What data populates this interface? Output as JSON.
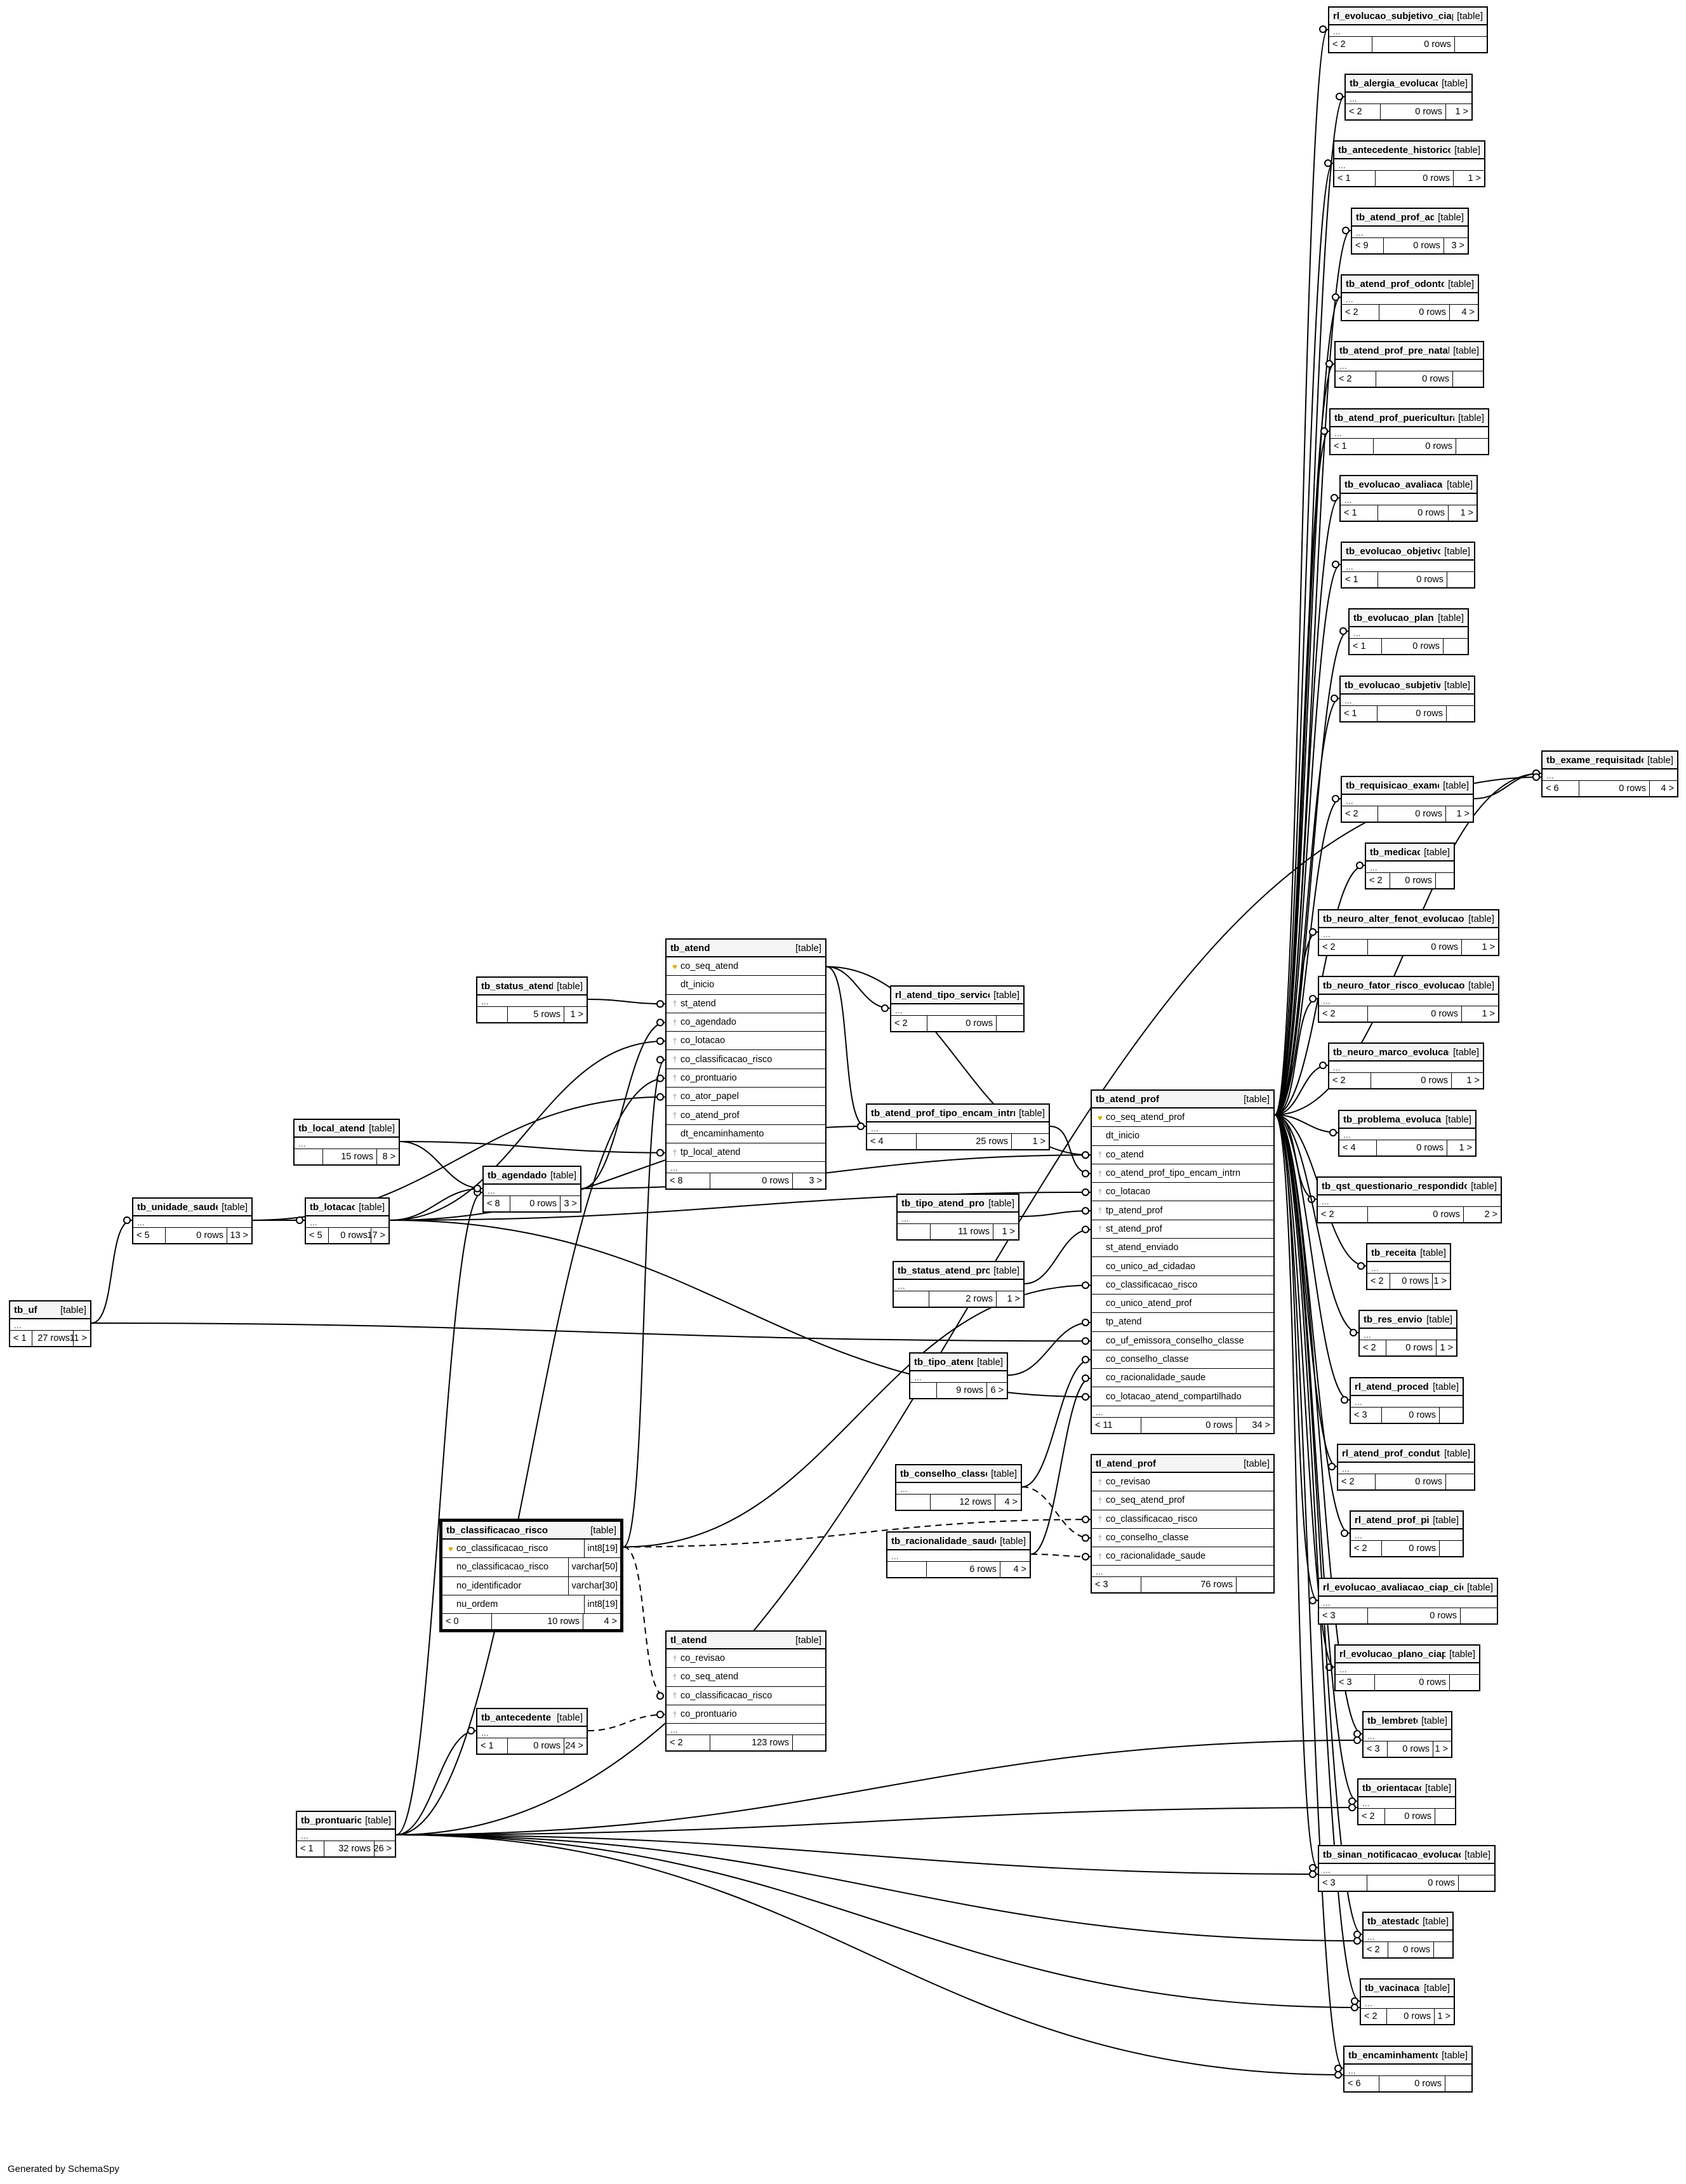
{
  "generated_by": "Generated by SchemaSpy",
  "table_tag": "[table]",
  "tables": [
    {
      "id": "rl_evolucao_subjetivo_ciap",
      "name": "rl_evolucao_subjetivo_ciap",
      "ellipsis": "...",
      "parents": "< 2",
      "rows": "0 rows",
      "children": ""
    },
    {
      "id": "tb_alergia_evolucao",
      "name": "tb_alergia_evolucao",
      "ellipsis": "...",
      "parents": "< 2",
      "rows": "0 rows",
      "children": "1 >"
    },
    {
      "id": "tb_antecedente_historico",
      "name": "tb_antecedente_historico",
      "ellipsis": "...",
      "parents": "< 1",
      "rows": "0 rows",
      "children": "1 >"
    },
    {
      "id": "tb_atend_prof_ad",
      "name": "tb_atend_prof_ad",
      "ellipsis": "...",
      "parents": "< 9",
      "rows": "0 rows",
      "children": "3 >"
    },
    {
      "id": "tb_atend_prof_odonto",
      "name": "tb_atend_prof_odonto",
      "ellipsis": "...",
      "parents": "< 2",
      "rows": "0 rows",
      "children": "4 >"
    },
    {
      "id": "tb_atend_prof_pre_natal",
      "name": "tb_atend_prof_pre_natal",
      "ellipsis": "...",
      "parents": "< 2",
      "rows": "0 rows",
      "children": ""
    },
    {
      "id": "tb_atend_prof_puericultura",
      "name": "tb_atend_prof_puericultura",
      "ellipsis": "...",
      "parents": "< 1",
      "rows": "0 rows",
      "children": ""
    },
    {
      "id": "tb_evolucao_avaliacao",
      "name": "tb_evolucao_avaliacao",
      "ellipsis": "...",
      "parents": "< 1",
      "rows": "0 rows",
      "children": "1 >"
    },
    {
      "id": "tb_evolucao_objetivo",
      "name": "tb_evolucao_objetivo",
      "ellipsis": "...",
      "parents": "< 1",
      "rows": "0 rows",
      "children": ""
    },
    {
      "id": "tb_evolucao_plano",
      "name": "tb_evolucao_plano",
      "ellipsis": "...",
      "parents": "< 1",
      "rows": "0 rows",
      "children": ""
    },
    {
      "id": "tb_evolucao_subjetivo",
      "name": "tb_evolucao_subjetivo",
      "ellipsis": "...",
      "parents": "< 1",
      "rows": "0 rows",
      "children": ""
    },
    {
      "id": "tb_exame_requisitado",
      "name": "tb_exame_requisitado",
      "ellipsis": "...",
      "parents": "< 6",
      "rows": "0 rows",
      "children": "4 >"
    },
    {
      "id": "tb_requisicao_exame",
      "name": "tb_requisicao_exame",
      "ellipsis": "...",
      "parents": "< 2",
      "rows": "0 rows",
      "children": "1 >"
    },
    {
      "id": "tb_medicao",
      "name": "tb_medicao",
      "ellipsis": "...",
      "parents": "< 2",
      "rows": "0 rows",
      "children": ""
    },
    {
      "id": "tb_neuro_alter_fenot_evolucao",
      "name": "tb_neuro_alter_fenot_evolucao",
      "ellipsis": "...",
      "parents": "< 2",
      "rows": "0 rows",
      "children": "1 >"
    },
    {
      "id": "tb_neuro_fator_risco_evolucao",
      "name": "tb_neuro_fator_risco_evolucao",
      "ellipsis": "...",
      "parents": "< 2",
      "rows": "0 rows",
      "children": "1 >"
    },
    {
      "id": "tb_neuro_marco_evolucao",
      "name": "tb_neuro_marco_evolucao",
      "ellipsis": "...",
      "parents": "< 2",
      "rows": "0 rows",
      "children": "1 >"
    },
    {
      "id": "tb_problema_evolucao",
      "name": "tb_problema_evolucao",
      "ellipsis": "...",
      "parents": "< 4",
      "rows": "0 rows",
      "children": "1 >"
    },
    {
      "id": "tb_qst_questionario_respondido",
      "name": "tb_qst_questionario_respondido",
      "ellipsis": "...",
      "parents": "< 2",
      "rows": "0 rows",
      "children": "2 >"
    },
    {
      "id": "tb_receita",
      "name": "tb_receita",
      "ellipsis": "...",
      "parents": "< 2",
      "rows": "0 rows",
      "children": "1 >"
    },
    {
      "id": "tb_res_envio",
      "name": "tb_res_envio",
      "ellipsis": "...",
      "parents": "< 2",
      "rows": "0 rows",
      "children": "1 >"
    },
    {
      "id": "rl_atend_proced",
      "name": "rl_atend_proced",
      "ellipsis": "...",
      "parents": "< 3",
      "rows": "0 rows",
      "children": ""
    },
    {
      "id": "rl_atend_prof_conduta",
      "name": "rl_atend_prof_conduta",
      "ellipsis": "...",
      "parents": "< 2",
      "rows": "0 rows",
      "children": ""
    },
    {
      "id": "rl_atend_prof_pic",
      "name": "rl_atend_prof_pic",
      "ellipsis": "...",
      "parents": "< 2",
      "rows": "0 rows",
      "children": ""
    },
    {
      "id": "rl_evolucao_avaliacao_ciap_cid",
      "name": "rl_evolucao_avaliacao_ciap_cid",
      "ellipsis": "...",
      "parents": "< 3",
      "rows": "0 rows",
      "children": ""
    },
    {
      "id": "rl_evolucao_plano_ciap",
      "name": "rl_evolucao_plano_ciap",
      "ellipsis": "...",
      "parents": "< 3",
      "rows": "0 rows",
      "children": ""
    },
    {
      "id": "tb_lembrete",
      "name": "tb_lembrete",
      "ellipsis": "...",
      "parents": "< 3",
      "rows": "0 rows",
      "children": "1 >"
    },
    {
      "id": "tb_orientacao",
      "name": "tb_orientacao",
      "ellipsis": "...",
      "parents": "< 2",
      "rows": "0 rows",
      "children": ""
    },
    {
      "id": "tb_sinan_notificacao_evolucao",
      "name": "tb_sinan_notificacao_evolucao",
      "ellipsis": "...",
      "parents": "< 3",
      "rows": "0 rows",
      "children": ""
    },
    {
      "id": "tb_atestado",
      "name": "tb_atestado",
      "ellipsis": "...",
      "parents": "< 2",
      "rows": "0 rows",
      "children": ""
    },
    {
      "id": "tb_vacinacao",
      "name": "tb_vacinacao",
      "ellipsis": "...",
      "parents": "< 2",
      "rows": "0 rows",
      "children": "1 >"
    },
    {
      "id": "tb_encaminhamento",
      "name": "tb_encaminhamento",
      "ellipsis": "...",
      "parents": "< 6",
      "rows": "0 rows",
      "children": ""
    },
    {
      "id": "tb_atend",
      "name": "tb_atend",
      "columns": [
        {
          "name": "co_seq_atend",
          "key": "pk"
        },
        {
          "name": "dt_inicio",
          "key": ""
        },
        {
          "name": "st_atend",
          "key": "fk"
        },
        {
          "name": "co_agendado",
          "key": "fk"
        },
        {
          "name": "co_lotacao",
          "key": "fk"
        },
        {
          "name": "co_classificacao_risco",
          "key": "fk"
        },
        {
          "name": "co_prontuario",
          "key": "fk"
        },
        {
          "name": "co_ator_papel",
          "key": "fk"
        },
        {
          "name": "co_atend_prof",
          "key": "fk"
        },
        {
          "name": "dt_encaminhamento",
          "key": ""
        },
        {
          "name": "tp_local_atend",
          "key": "fk"
        }
      ],
      "ellipsis": "...",
      "parents": "< 8",
      "rows": "0 rows",
      "children": "3 >"
    },
    {
      "id": "tb_status_atend",
      "name": "tb_status_atend",
      "ellipsis": "...",
      "parents": "",
      "rows": "5 rows",
      "children": "1 >"
    },
    {
      "id": "rl_atend_tipo_servico",
      "name": "rl_atend_tipo_servico",
      "ellipsis": "...",
      "parents": "< 2",
      "rows": "0 rows",
      "children": ""
    },
    {
      "id": "tb_atend_prof_tipo_encam_intrn",
      "name": "tb_atend_prof_tipo_encam_intrn",
      "ellipsis": "...",
      "parents": "< 4",
      "rows": "25 rows",
      "children": "1 >"
    },
    {
      "id": "tb_local_atend",
      "name": "tb_local_atend",
      "ellipsis": "...",
      "parents": "",
      "rows": "15 rows",
      "children": "8 >"
    },
    {
      "id": "tb_agendado",
      "name": "tb_agendado",
      "ellipsis": "...",
      "parents": "< 8",
      "rows": "0 rows",
      "children": "3 >"
    },
    {
      "id": "tb_unidade_saude",
      "name": "tb_unidade_saude",
      "ellipsis": "...",
      "parents": "< 5",
      "rows": "0 rows",
      "children": "13 >"
    },
    {
      "id": "tb_lotacao",
      "name": "tb_lotacao",
      "ellipsis": "...",
      "parents": "< 5",
      "rows": "0 rows",
      "children": "17 >"
    },
    {
      "id": "tb_uf",
      "name": "tb_uf",
      "ellipsis": "...",
      "parents": "< 1",
      "rows": "27 rows",
      "children": "11 >"
    },
    {
      "id": "tb_tipo_atend_prof",
      "name": "tb_tipo_atend_prof",
      "ellipsis": "...",
      "parents": "",
      "rows": "11 rows",
      "children": "1 >"
    },
    {
      "id": "tb_status_atend_prof",
      "name": "tb_status_atend_prof",
      "ellipsis": "...",
      "parents": "",
      "rows": "2 rows",
      "children": "1 >"
    },
    {
      "id": "tb_tipo_atend",
      "name": "tb_tipo_atend",
      "ellipsis": "...",
      "parents": "",
      "rows": "9 rows",
      "children": "6 >"
    },
    {
      "id": "tb_conselho_classe",
      "name": "tb_conselho_classe",
      "ellipsis": "...",
      "parents": "",
      "rows": "12 rows",
      "children": "4 >"
    },
    {
      "id": "tb_racionalidade_saude",
      "name": "tb_racionalidade_saude",
      "ellipsis": "...",
      "parents": "",
      "rows": "6 rows",
      "children": "4 >"
    },
    {
      "id": "tb_atend_prof",
      "name": "tb_atend_prof",
      "columns": [
        {
          "name": "co_seq_atend_prof",
          "key": "pk"
        },
        {
          "name": "dt_inicio",
          "key": ""
        },
        {
          "name": "co_atend",
          "key": "fk"
        },
        {
          "name": "co_atend_prof_tipo_encam_intrn",
          "key": "fk"
        },
        {
          "name": "co_lotacao",
          "key": "fk"
        },
        {
          "name": "tp_atend_prof",
          "key": "fk"
        },
        {
          "name": "st_atend_prof",
          "key": "fk"
        },
        {
          "name": "st_atend_enviado",
          "key": ""
        },
        {
          "name": "co_unico_ad_cidadao",
          "key": ""
        },
        {
          "name": "co_classificacao_risco",
          "key": ""
        },
        {
          "name": "co_unico_atend_prof",
          "key": ""
        },
        {
          "name": "tp_atend",
          "key": ""
        },
        {
          "name": "co_uf_emissora_conselho_classe",
          "key": ""
        },
        {
          "name": "co_conselho_classe",
          "key": ""
        },
        {
          "name": "co_racionalidade_saude",
          "key": ""
        },
        {
          "name": "co_lotacao_atend_compartilhado",
          "key": ""
        }
      ],
      "ellipsis": "...",
      "parents": "< 11",
      "rows": "0 rows",
      "children": "34 >"
    },
    {
      "id": "tl_atend_prof",
      "name": "tl_atend_prof",
      "columns": [
        {
          "name": "co_revisao",
          "key": "fk"
        },
        {
          "name": "co_seq_atend_prof",
          "key": "fk"
        },
        {
          "name": "co_classificacao_risco",
          "key": "fk"
        },
        {
          "name": "co_conselho_classe",
          "key": "fk"
        },
        {
          "name": "co_racionalidade_saude",
          "key": "fk"
        }
      ],
      "ellipsis": "...",
      "parents": "< 3",
      "rows": "76 rows",
      "children": ""
    },
    {
      "id": "tb_classificacao_risco",
      "name": "tb_classificacao_risco",
      "focus": true,
      "columns": [
        {
          "name": "co_classificacao_risco",
          "key": "pk",
          "type": "int8[19]"
        },
        {
          "name": "no_classificacao_risco",
          "key": "",
          "type": "varchar[50]"
        },
        {
          "name": "no_identificador",
          "key": "",
          "type": "varchar[30]"
        },
        {
          "name": "nu_ordem",
          "key": "",
          "type": "int8[19]"
        }
      ],
      "parents": "< 0",
      "rows": "10 rows",
      "children": "4 >"
    },
    {
      "id": "tl_atend",
      "name": "tl_atend",
      "columns": [
        {
          "name": "co_revisao",
          "key": "fk"
        },
        {
          "name": "co_seq_atend",
          "key": "fk"
        },
        {
          "name": "co_classificacao_risco",
          "key": "fk"
        },
        {
          "name": "co_prontuario",
          "key": "fk"
        }
      ],
      "ellipsis": "...",
      "parents": "< 2",
      "rows": "123 rows",
      "children": ""
    },
    {
      "id": "tb_antecedente",
      "name": "tb_antecedente",
      "ellipsis": "...",
      "parents": "< 1",
      "rows": "0 rows",
      "children": "24 >"
    },
    {
      "id": "tb_prontuario",
      "name": "tb_prontuario",
      "ellipsis": "...",
      "parents": "< 1",
      "rows": "32 rows",
      "children": "26 >"
    }
  ]
}
